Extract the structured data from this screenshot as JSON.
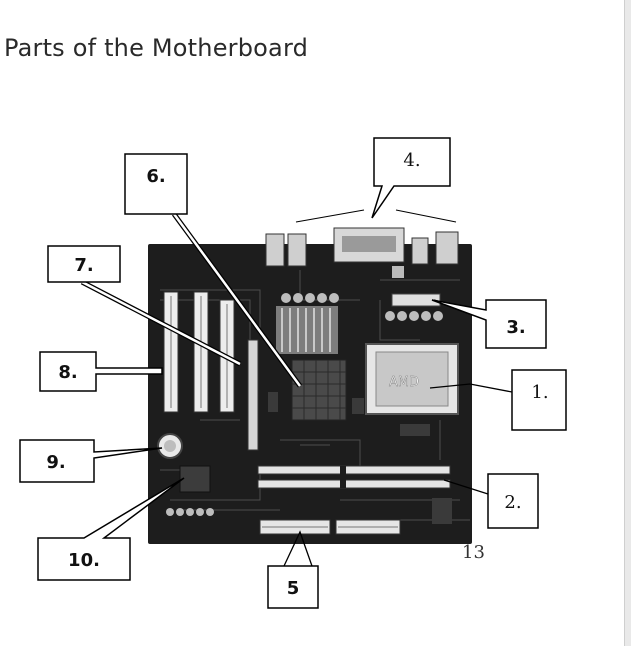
{
  "title": "Parts of the Motherboard",
  "board": {
    "cpu_brand": "AMD",
    "page_number": "13"
  },
  "callouts": [
    {
      "id": "1",
      "label": "1."
    },
    {
      "id": "2",
      "label": "2."
    },
    {
      "id": "3",
      "label": "3."
    },
    {
      "id": "4",
      "label": "4."
    },
    {
      "id": "5",
      "label": "5"
    },
    {
      "id": "6",
      "label": "6."
    },
    {
      "id": "7",
      "label": "7."
    },
    {
      "id": "8",
      "label": "8."
    },
    {
      "id": "9",
      "label": "9."
    },
    {
      "id": "10",
      "label": "10."
    }
  ]
}
